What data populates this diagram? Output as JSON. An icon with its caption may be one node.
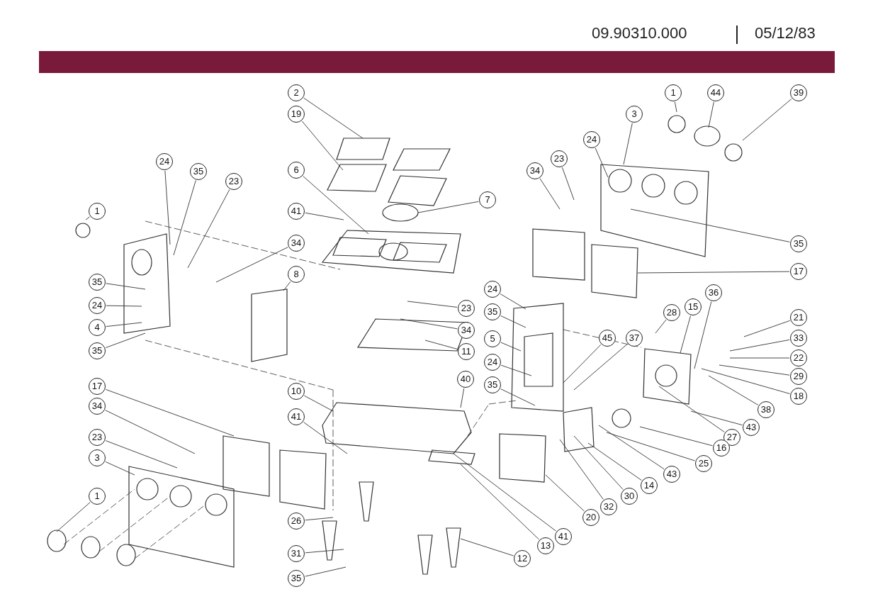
{
  "diagram": {
    "nodes": [
      {
        "text": [
          "2"
        ]
      },
      {
        "text": [
          "19"
        ]
      },
      {
        "text": [
          "6"
        ]
      },
      {
        "text": [
          "41"
        ]
      },
      {
        "text": [
          "7"
        ]
      },
      {
        "text": [
          "34"
        ]
      },
      {
        "text": [
          "8"
        ]
      },
      {
        "text": [
          "23"
        ]
      },
      {
        "text": [
          "34"
        ]
      },
      {
        "text": [
          "11"
        ]
      },
      {
        "text": [
          "24"
        ]
      },
      {
        "text": [
          "35"
        ]
      },
      {
        "text": [
          "23"
        ]
      },
      {
        "text": [
          "1"
        ]
      },
      {
        "text": [
          "35"
        ]
      },
      {
        "text": [
          "24"
        ]
      },
      {
        "text": [
          "4"
        ]
      },
      {
        "text": [
          "35"
        ]
      },
      {
        "text": [
          "1"
        ]
      },
      {
        "text": [
          "44"
        ]
      },
      {
        "text": [
          "39"
        ]
      },
      {
        "text": [
          "3"
        ]
      },
      {
        "text": [
          "24"
        ]
      },
      {
        "text": [
          "23"
        ]
      },
      {
        "text": [
          "34"
        ]
      },
      {
        "text": [
          "35"
        ]
      },
      {
        "text": [
          "17"
        ]
      },
      {
        "text": [
          "24"
        ]
      },
      {
        "text": [
          "35"
        ]
      },
      {
        "text": [
          "5"
        ]
      },
      {
        "text": [
          "24"
        ]
      },
      {
        "text": [
          "35"
        ]
      },
      {
        "text": [
          "45"
        ]
      },
      {
        "text": [
          "37"
        ]
      },
      {
        "text": [
          "28"
        ]
      },
      {
        "text": [
          "15"
        ]
      },
      {
        "text": [
          "36"
        ]
      },
      {
        "text": [
          "21"
        ]
      },
      {
        "text": [
          "33"
        ]
      },
      {
        "text": [
          "22"
        ]
      },
      {
        "text": [
          "29"
        ]
      },
      {
        "text": [
          "18"
        ]
      },
      {
        "text": [
          "38"
        ]
      },
      {
        "text": [
          "43"
        ]
      },
      {
        "text": [
          "27"
        ]
      },
      {
        "text": [
          "16"
        ]
      },
      {
        "text": [
          "25"
        ]
      },
      {
        "text": [
          "43"
        ]
      },
      {
        "text": [
          "14"
        ]
      },
      {
        "text": [
          "30"
        ]
      },
      {
        "text": [
          "32"
        ]
      },
      {
        "text": [
          "20"
        ]
      },
      {
        "text": [
          "41"
        ]
      },
      {
        "text": [
          "13"
        ]
      },
      {
        "text": [
          "12"
        ]
      },
      {
        "text": [
          "40"
        ]
      },
      {
        "text": [
          "10"
        ]
      },
      {
        "text": [
          "41"
        ]
      },
      {
        "text": [
          "26"
        ]
      },
      {
        "text": [
          "31"
        ]
      },
      {
        "text": [
          "35"
        ]
      },
      {
        "text": [
          "17"
        ]
      },
      {
        "text": [
          "34"
        ]
      },
      {
        "text": [
          "23"
        ]
      },
      {
        "text": [
          "3"
        ]
      },
      {
        "text": [
          "1"
        ]
      }
    ],
    "edges": [
      {
        "from": 0,
        "to": null,
        "arrow": "none"
      },
      {
        "from": 1,
        "to": null,
        "arrow": "none"
      },
      {
        "from": 2,
        "to": null,
        "arrow": "none"
      },
      {
        "from": 3,
        "to": null,
        "arrow": "none"
      },
      {
        "from": 4,
        "to": null,
        "arrow": "none"
      },
      {
        "from": 5,
        "to": null,
        "arrow": "none"
      },
      {
        "from": 6,
        "to": null,
        "arrow": "none"
      },
      {
        "from": 7,
        "to": null,
        "arrow": "none"
      },
      {
        "from": 8,
        "to": null,
        "arrow": "none"
      },
      {
        "from": 9,
        "to": null,
        "arrow": "none"
      },
      {
        "from": 10,
        "to": null,
        "arrow": "none"
      },
      {
        "from": 11,
        "to": null,
        "arrow": "none"
      },
      {
        "from": 12,
        "to": null,
        "arrow": "none"
      },
      {
        "from": 13,
        "to": null,
        "arrow": "none"
      },
      {
        "from": 14,
        "to": null,
        "arrow": "none"
      },
      {
        "from": 15,
        "to": null,
        "arrow": "none"
      },
      {
        "from": 16,
        "to": null,
        "arrow": "none"
      },
      {
        "from": 17,
        "to": null,
        "arrow": "none"
      },
      {
        "from": 18,
        "to": null,
        "arrow": "none"
      },
      {
        "from": 19,
        "to": null,
        "arrow": "none"
      },
      {
        "from": 20,
        "to": null,
        "arrow": "none"
      },
      {
        "from": 21,
        "to": null,
        "arrow": "none"
      },
      {
        "from": 22,
        "to": null,
        "arrow": "none"
      },
      {
        "from": 23,
        "to": null,
        "arrow": "none"
      },
      {
        "from": 24,
        "to": null,
        "arrow": "none"
      },
      {
        "from": 25,
        "to": null,
        "arrow": "none"
      },
      {
        "from": 26,
        "to": null,
        "arrow": "none"
      },
      {
        "from": 27,
        "to": null,
        "arrow": "none"
      },
      {
        "from": 28,
        "to": null,
        "arrow": "none"
      },
      {
        "from": 29,
        "to": null,
        "arrow": "none"
      },
      {
        "from": 30,
        "to": null,
        "arrow": "none"
      },
      {
        "from": 31,
        "to": null,
        "arrow": "none"
      },
      {
        "from": 32,
        "to": null,
        "arrow": "none"
      },
      {
        "from": 33,
        "to": null,
        "arrow": "none"
      },
      {
        "from": 34,
        "to": null,
        "arrow": "none"
      },
      {
        "from": 35,
        "to": null,
        "arrow": "none"
      },
      {
        "from": 36,
        "to": null,
        "arrow": "none"
      },
      {
        "from": 37,
        "to": null,
        "arrow": "none"
      },
      {
        "from": 38,
        "to": null,
        "arrow": "none"
      },
      {
        "from": 39,
        "to": null,
        "arrow": "none"
      },
      {
        "from": 40,
        "to": null,
        "arrow": "none"
      },
      {
        "from": 41,
        "to": null,
        "arrow": "none"
      },
      {
        "from": 42,
        "to": null,
        "arrow": "none"
      },
      {
        "from": 43,
        "to": null,
        "arrow": "none"
      },
      {
        "from": 44,
        "to": null,
        "arrow": "none"
      },
      {
        "from": 45,
        "to": null,
        "arrow": "none"
      },
      {
        "from": 46,
        "to": null,
        "arrow": "none"
      },
      {
        "from": 47,
        "to": null,
        "arrow": "none"
      },
      {
        "from": 48,
        "to": null,
        "arrow": "none"
      },
      {
        "from": 49,
        "to": null,
        "arrow": "none"
      },
      {
        "from": 50,
        "to": null,
        "arrow": "none"
      },
      {
        "from": 51,
        "to": null,
        "arrow": "none"
      },
      {
        "from": 52,
        "to": null,
        "arrow": "none"
      },
      {
        "from": 53,
        "to": null,
        "arrow": "none"
      },
      {
        "from": 54,
        "to": null,
        "arrow": "none"
      },
      {
        "from": 55,
        "to": null,
        "arrow": "none"
      },
      {
        "from": 56,
        "to": null,
        "arrow": "none"
      },
      {
        "from": 57,
        "to": null,
        "arrow": "none"
      },
      {
        "from": 58,
        "to": null,
        "arrow": "none"
      },
      {
        "from": 59,
        "to": null,
        "arrow": "none"
      },
      {
        "from": 60,
        "to": null,
        "arrow": "none"
      },
      {
        "from": 61,
        "to": null,
        "arrow": "none"
      },
      {
        "from": 62,
        "to": null,
        "arrow": "none"
      },
      {
        "from": 63,
        "to": null,
        "arrow": "none"
      },
      {
        "from": 64,
        "to": null,
        "arrow": "none"
      },
      {
        "from": 65,
        "to": null,
        "arrow": "none"
      }
    ],
    "labels": [
      "09.90310.000",
      "05/12/83"
    ]
  }
}
